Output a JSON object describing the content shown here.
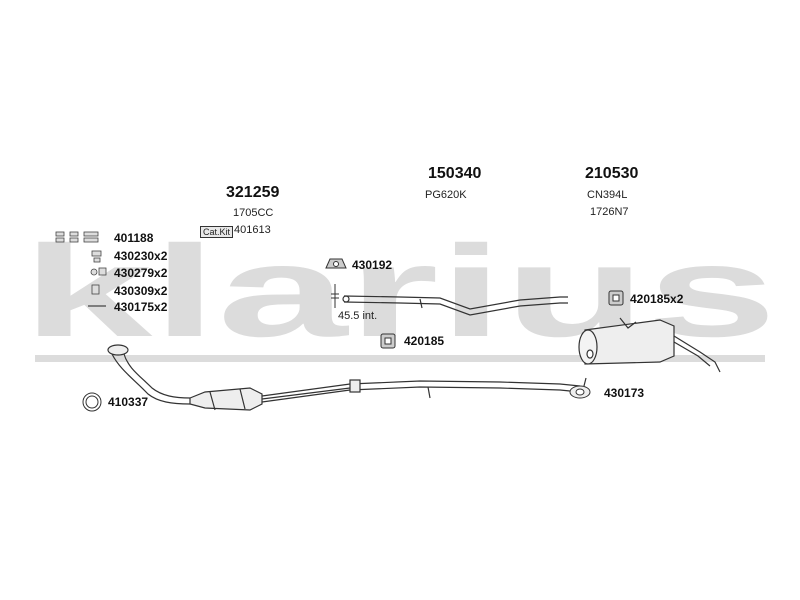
{
  "watermark": {
    "text": "klarius",
    "color": "#d9d9d9"
  },
  "colors": {
    "line": "#333333",
    "fill": "#e9e9e9"
  },
  "parts": {
    "p321259": {
      "number": "321259",
      "engine": "1705CC",
      "catkit_label": "Cat.Kit",
      "catkit_number": "401613"
    },
    "p150340": {
      "number": "150340",
      "code": "PG620K"
    },
    "p210530": {
      "number": "210530",
      "code": "CN394L",
      "sub": "1726N7"
    }
  },
  "hardware": [
    {
      "number": "401188"
    },
    {
      "number": "430230x2"
    },
    {
      "number": "430279x2"
    },
    {
      "number": "430309x2"
    },
    {
      "number": "430175x2"
    }
  ],
  "mounts": {
    "m430192": "430192",
    "m420185x2": "420185x2",
    "m420185": "420185",
    "m410337": "410337",
    "m430173": "430173"
  },
  "pipe_note": "45.5 int."
}
